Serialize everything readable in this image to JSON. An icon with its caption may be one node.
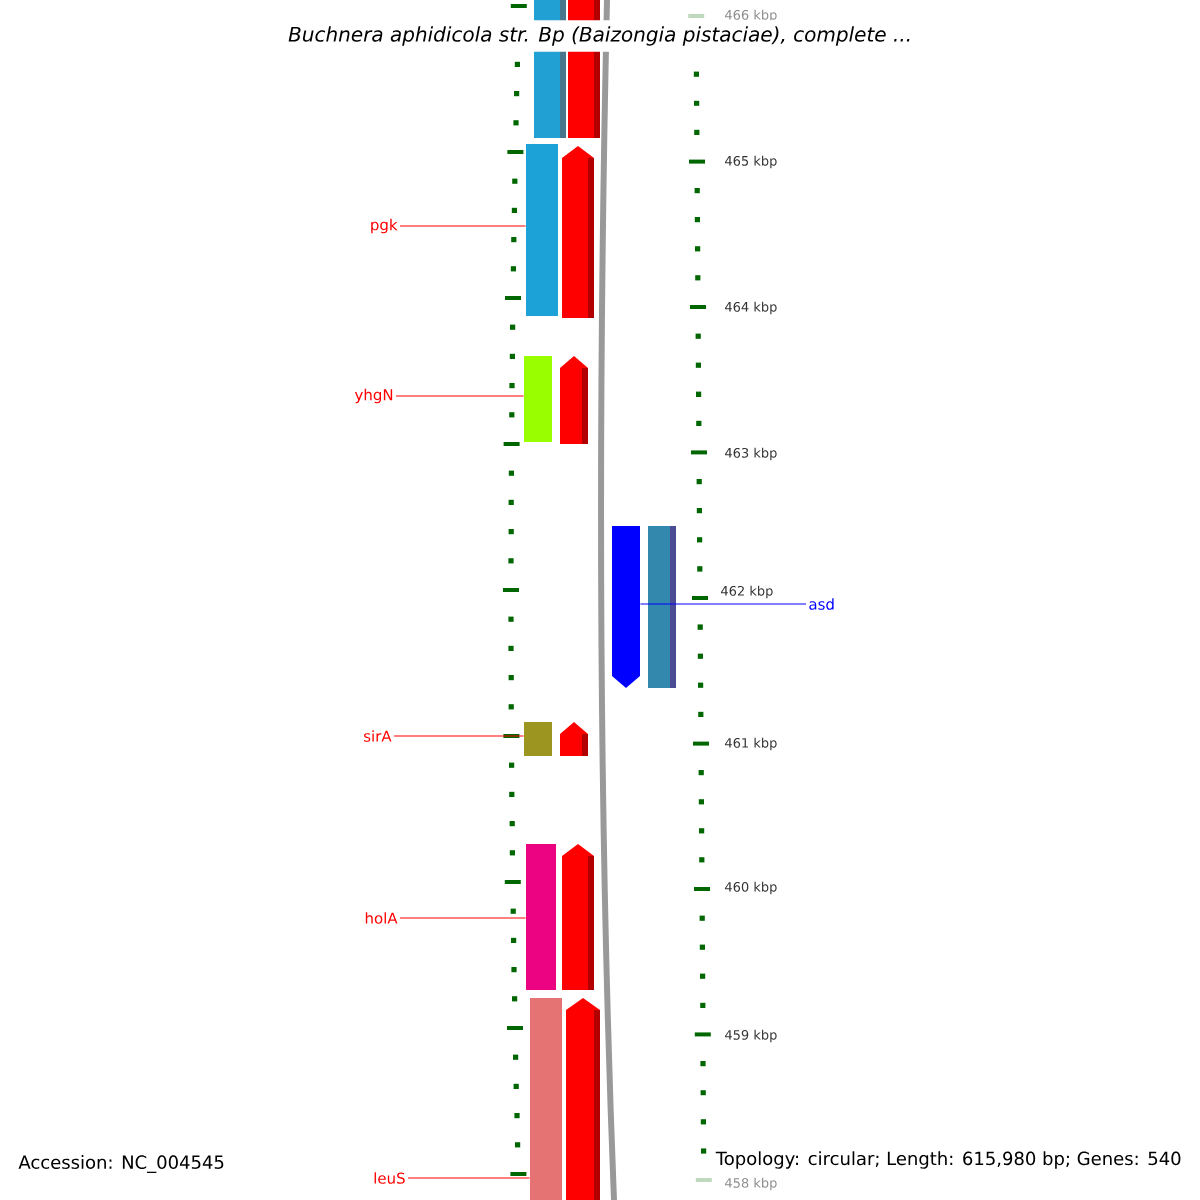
{
  "diagram": {
    "title": "Buchnera aphidicola str. Bp (Baizongia pistaciae), complete ...",
    "nodes": [
      {
        "text": [
          "pgk"
        ]
      },
      {
        "text": [],
        "shape": "bar"
      },
      {
        "text": [
          "yhgN"
        ]
      },
      {
        "text": [],
        "shape": "bar"
      },
      {
        "text": [
          "sirA"
        ]
      },
      {
        "text": [],
        "shape": "bar"
      },
      {
        "text": [
          "holA"
        ]
      },
      {
        "text": [],
        "shape": "bar"
      },
      {
        "text": [
          "leuS"
        ]
      },
      {
        "text": [],
        "shape": "bar"
      },
      {
        "text": [
          "asd"
        ]
      },
      {
        "text": [],
        "shape": "bar"
      }
    ],
    "edges": [
      {
        "from": 0,
        "to": 1,
        "arrow": "none"
      },
      {
        "from": 2,
        "to": 3,
        "arrow": "none"
      },
      {
        "from": 4,
        "to": 5,
        "arrow": "none"
      },
      {
        "from": 6,
        "to": 7,
        "arrow": "none"
      },
      {
        "from": 8,
        "to": 9,
        "arrow": "none"
      },
      {
        "from": 10,
        "to": 11,
        "arrow": "none",
        "color": "#0000ff"
      }
    ],
    "labels": [
      "466 kbp",
      "465 kbp",
      "464 kbp",
      "463 kbp",
      "462 kbp",
      "461 kbp",
      "460 kbp",
      "459 kbp",
      "458 kbp",
      "Accession: NC_004545",
      "Topology: circular; Length: 615,980 bp; Genes: 540"
    ]
  }
}
